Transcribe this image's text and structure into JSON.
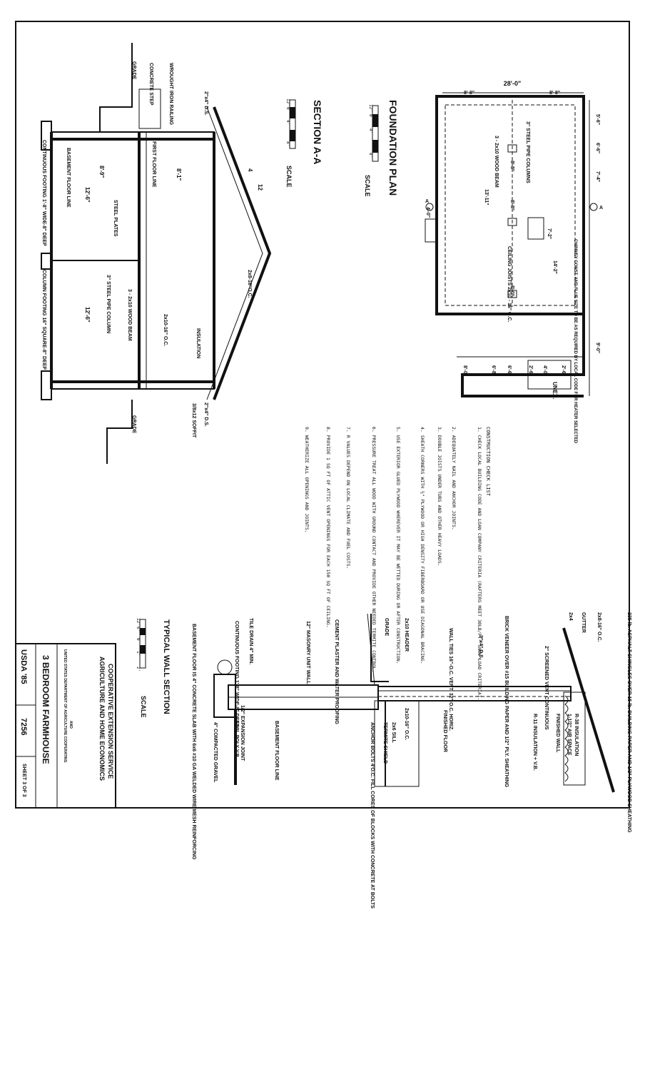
{
  "foundation_plan": {
    "title": "FOUNDATION PLAN",
    "scale_label": "SCALE",
    "scale_ticks": [
      "12'",
      "0",
      "4'",
      "8'"
    ],
    "dimensions": [
      "28'-0\"",
      "8'-8\"",
      "8'-8\"",
      "5'-6\"",
      "6'-6\"",
      "7'-4\"",
      "13'-11\"",
      "8'-8\"",
      "8'-8\"",
      "14'-2\"",
      "8'-0\"",
      "7'-2\"",
      "8'-0\"",
      "6'-8\"",
      "6'-6\"",
      "2'-6\"",
      "4'-0\"",
      "2'-6\"",
      "9'-0\"",
      "4'-0\""
    ],
    "callouts": {
      "steel_columns": "3\" STEEL PIPE COLUMNS",
      "wood_beam": "3 - 2x10 WOOD BEAM",
      "ceiling_joists": "CEILING JOISTS 2x10 - 16\" O.C.",
      "chimney": "CHIMNEY CONST. AND FLUE SIZE TO BE AS REQUIRED BY LOCAL CODE FOR HEATER SELECTED",
      "unex": "UNEX.",
      "section_mark": "A"
    }
  },
  "section_aa": {
    "title": "SECTION A-A",
    "scale_label": "SCALE",
    "scale_ticks": [
      "12'",
      "0",
      "4'",
      "8'"
    ],
    "labels": {
      "wrought_iron_railing": "WROUGHT IRON RAILING",
      "concrete_step": "CONCRETE STEP",
      "grade_left": "GRADE",
      "ds_left": "2\"x4\" D.S.",
      "first_floor_line": "FIRST FLOOR LINE",
      "roof_pitch": "12",
      "roof_pitch_rise": "4",
      "rafters": "2x8-16\"O.C.",
      "insulation": "INSULATION",
      "ceiling_joists": "2x10-16\" O.C.",
      "wood_beam": "3 - 2x10 WOOD BEAM",
      "steel_plates": "STEEL PLATES",
      "pipe_column": "3\" STEEL PIPE COLUMN",
      "basement_floor_line": "BASEMENT FLOOR LINE",
      "continuous_footing": "CONTINUOUS FOOTING 1'-8\" WIDE-8\" DEEP",
      "column_footing": "COLUMN FOOTING 16\" SQUARE-8\" DEEP",
      "grade_right": "GRADE",
      "ds_right": "2\"x4\" D.S.",
      "soffit": "3/8x12 SOFFIT",
      "dim_1": "8'-9\"",
      "dim_2": "8'-1\"",
      "dim_3": "12'-6\"",
      "dim_4": "12'-6\""
    }
  },
  "checklist": {
    "title": "CONSTRUCTION CHECK LIST",
    "items": [
      "1. CHECK LOCAL BUILDING CODE AND LOAN COMPANY CRITERIA (RAFTERS MEET 30LB/FT² SNOW LOAD CRITERIA).",
      "2. ADEQUATELY NAIL AND ANCHOR JOINTS.",
      "3. DOUBLE JOISTS UNDER TUBS AND OTHER HEAVY LOADS.",
      "4. SHEATH CORNERS WITH ½\" PLYWOOD OR HIGH DENSITY FIBERBOARD OR USE DIAGONAL BRACING.",
      "5. USE EXTERIOR GLUED PLYWOOD WHEREVER IT MAY BE WETTED DURING OR AFTER CONSTRUCTION.",
      "6. PRESSURE TREAT ALL WOOD WITH GROUND CONTACT AND PROVIDE OTHER NEEDED TERMITE CONTROL.",
      "7. R VALUES DEPEND ON LOCAL CLIMATE AND FUEL COSTS.",
      "8. PROVIDE 1 SQ FT OF ATTIC VENT OPENINGS FOR EACH 150 SQ FT OF CEILING.",
      "9. WEATHERIZE ALL OPENINGS AND JOINTS."
    ]
  },
  "wall_section": {
    "title": "TYPICAL WALL SECTION",
    "scale_label": "SCALE",
    "scale_ticks": [
      "12'",
      "6'",
      "0",
      "1'",
      "2'"
    ],
    "labels": {
      "shingles": "235 lb. ASPHALT SHINGLES OVER 15 lb. BUILDING PAPER AND 1/2\" PLYWOOD SHEATHING",
      "rafters": "2x8-16\" O.C.",
      "gutter": "GUTTER",
      "two_by_four": "2x4",
      "screened_vent": "2\" SCREENED VENT CONTINUOUS",
      "r38": "R-38 INSULATION",
      "air_space": "1-1/2\" AIR SPACE",
      "finished_wall": "FINISHED WALL",
      "r11": "R-11 INSULATION + V.B.",
      "brick_veneer": "BRICK VENEER OVER #15 BUILDING PAPER AND 1/2\" PLY. SHEATHING",
      "ds": "2\"x4\" D.S.",
      "wall_ties": "WALL TIES 16\"-O.C. VERT. 32\"-O.C. HORIZ.",
      "header": "2x10 HEADER",
      "joists": "2x10-16\" O.C.",
      "finished_floor": "FINISHED FLOOR",
      "grade": "GRADE",
      "sill": "2x6 SILL",
      "termite_shield": "TERMITE SHIELD",
      "anchor_bolts": "ANCHOR BOLTS 4'O.C. FILL CORES OF BLOCKS WITH CONCRETE AT BOLTS",
      "cement_plaster": "CEMENT PLASTER AND WATER PROOFING",
      "masonry": "12\" MASONRY UNIT WALL",
      "tile_drain": "TILE DRAIN 4\" MIN.",
      "continuous_footing": "CONTINUOUS FOOTING 1'-8\" WIDE-8\" DEEP",
      "basement_floor": "BASEMENT FLOOR IS 4\" CONCRETE SLAB WITH 6x6 #10 GA WELDED WIRE MESH REINFORCING",
      "poly": "6 MIL POLY V.B.",
      "gravel": "4\" COMPACTED GRAVEL",
      "expansion_joint": "1/2\" EXPANSION JOINT",
      "basement_floor_line": "BASEMENT FLOOR LINE"
    }
  },
  "title_block": {
    "agency_line1": "COOPERATIVE EXTENSION SERVICE",
    "agency_line2": "AGRICULTURE AND HOME ECONOMICS",
    "agency_line3": "AND",
    "agency_line4": "UNITED STATES DEPARTMENT OF AGRICULTURE COOPERATING",
    "project": "3 BEDROOM FARMHOUSE",
    "code": "USDA '85",
    "number": "7256",
    "sheet": "SHEET 3 OF 3"
  }
}
